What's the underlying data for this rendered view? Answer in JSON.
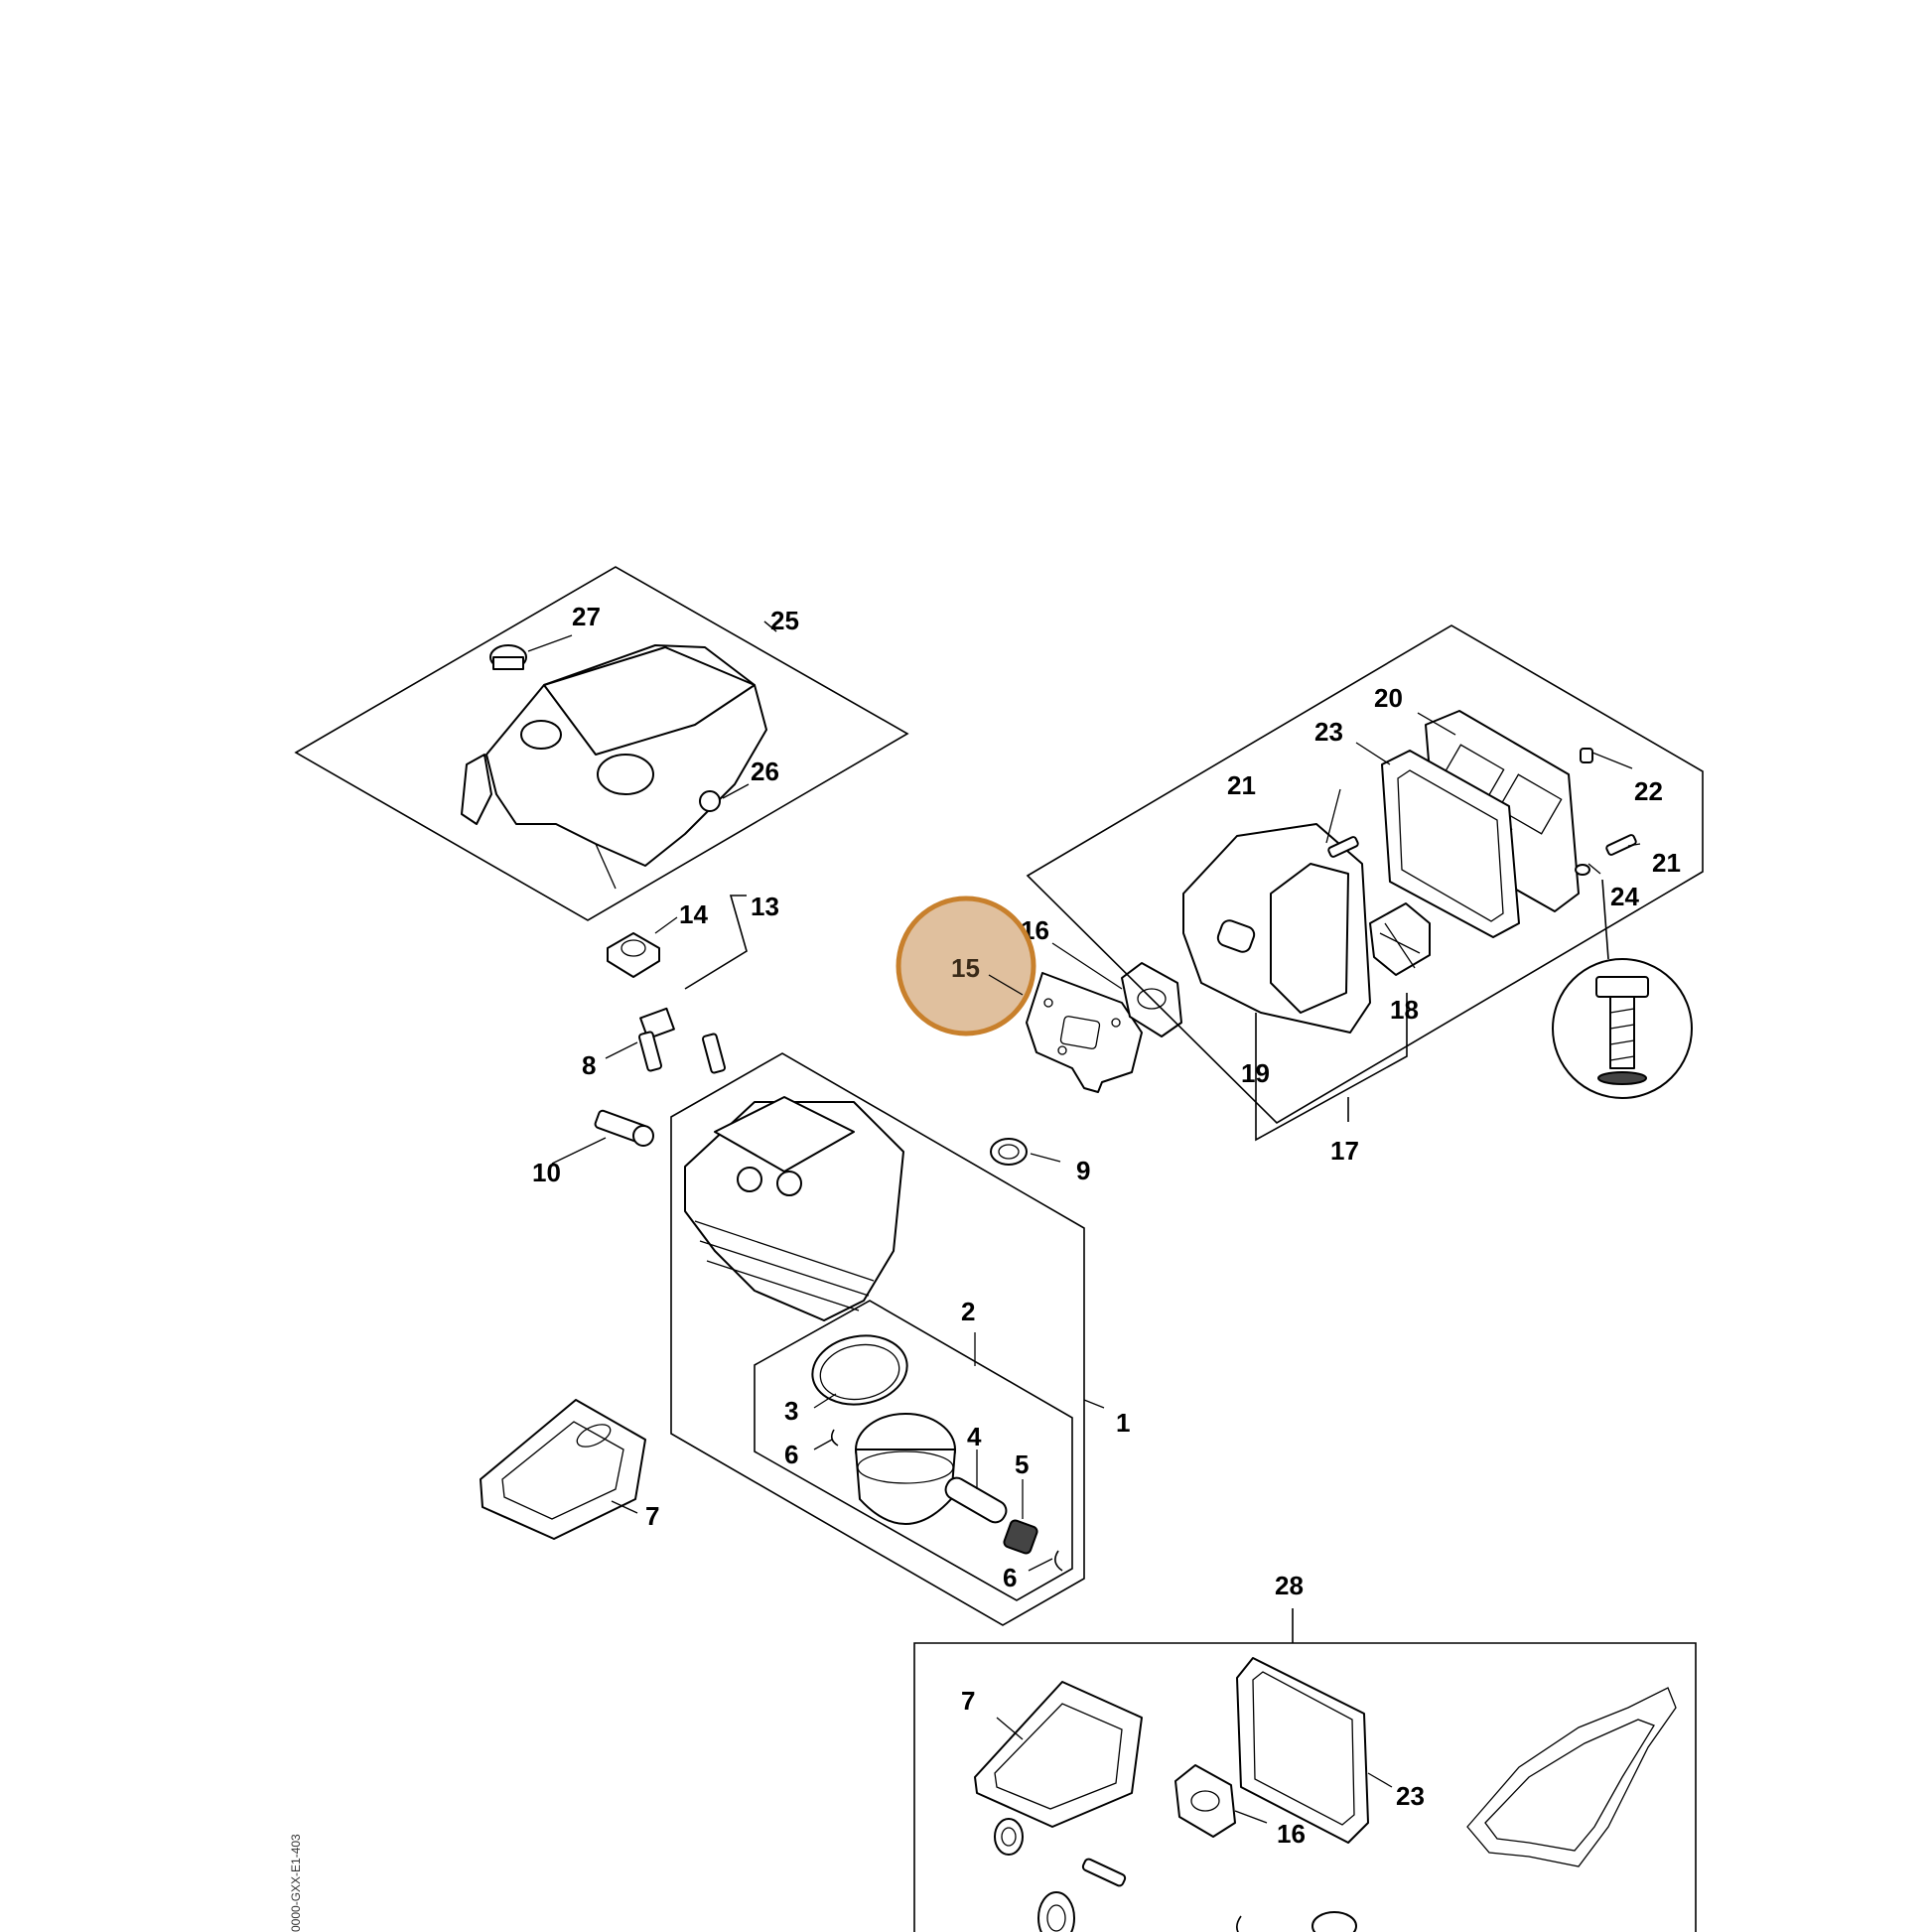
{
  "highlight": {
    "label": "15",
    "fill": "#e0c09e",
    "stroke": "#c8802c"
  },
  "callouts": {
    "c1": "1",
    "c2": "2",
    "c3": "3",
    "c4": "4",
    "c5": "5",
    "c6a": "6",
    "c6b": "6",
    "c7a": "7",
    "c7b": "7",
    "c8": "8",
    "c9": "9",
    "c10": "10",
    "c13": "13",
    "c14": "14",
    "c16a": "16",
    "c16b": "16",
    "c17": "17",
    "c18": "18",
    "c19": "19",
    "c20": "20",
    "c21a": "21",
    "c21b": "21",
    "c22": "22",
    "c23a": "23",
    "c23b": "23",
    "c24": "24",
    "c25": "25",
    "c26": "26",
    "c27": "27",
    "c28": "28"
  },
  "drawing_code": "0000-GXX-E1-403"
}
